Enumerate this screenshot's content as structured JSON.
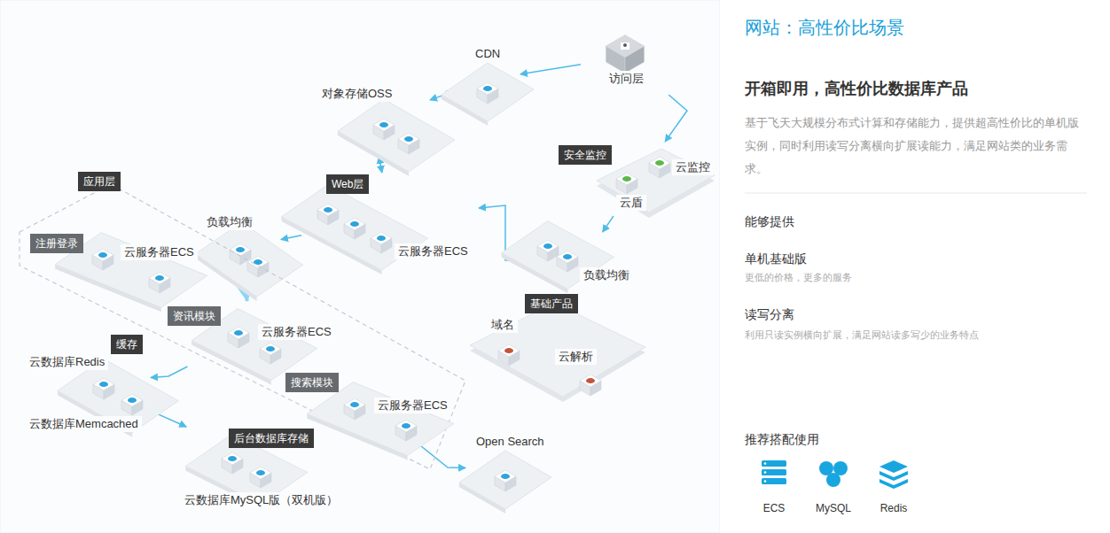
{
  "diagram": {
    "title": "网站：高性价比场景",
    "nodes": [
      {
        "text": [
          "访问层"
        ]
      },
      {
        "text": [
          "CDN"
        ]
      },
      {
        "text": [
          "对象存储OSS"
        ]
      },
      {
        "text": [
          "安全监控"
        ]
      },
      {
        "text": [
          "云盾"
        ],
        "in": 3
      },
      {
        "text": [
          "云监控"
        ],
        "in": 3
      },
      {
        "text": [
          "Web层",
          "云服务器ECS"
        ]
      },
      {
        "text": [
          "负载均衡"
        ]
      },
      {
        "text": [
          "负载均衡"
        ]
      },
      {
        "text": [
          "应用层"
        ]
      },
      {
        "text": [
          "注册登录",
          "云服务器ECS"
        ],
        "in": 9
      },
      {
        "text": [
          "资讯模块",
          "云服务器ECS"
        ],
        "in": 9
      },
      {
        "text": [
          "搜索模块",
          "云服务器ECS"
        ],
        "in": 9
      },
      {
        "text": [
          "缓存",
          "云数据库Redis",
          "云数据库Memcached"
        ]
      },
      {
        "text": [
          "后台数据库存储",
          "云数据库MySQL版（双机版）"
        ]
      },
      {
        "text": [
          "Open Search"
        ]
      },
      {
        "text": [
          "基础产品"
        ]
      },
      {
        "text": [
          "域名"
        ],
        "in": 16
      },
      {
        "text": [
          "云解析"
        ],
        "in": 16
      }
    ],
    "edges": [
      {
        "from": 0,
        "to": 1,
        "arrow": "to"
      },
      {
        "from": 1,
        "to": 2,
        "arrow": "both"
      },
      {
        "from": 2,
        "to": 6,
        "arrow": "both"
      },
      {
        "from": 0,
        "to": 3,
        "arrow": "to"
      },
      {
        "from": 3,
        "to": 8,
        "arrow": "to"
      },
      {
        "from": 8,
        "to": 6,
        "arrow": "to"
      },
      {
        "from": 6,
        "to": 7,
        "arrow": "to"
      },
      {
        "from": 7,
        "to": 11,
        "arrow": "to"
      },
      {
        "from": 11,
        "to": 13,
        "arrow": "to"
      },
      {
        "from": 13,
        "to": 14,
        "arrow": "to"
      },
      {
        "from": 12,
        "to": 15,
        "arrow": "to"
      }
    ],
    "labels": [
      "开箱即用，高性价比数据库产品",
      "基于飞天大规模分布式计算和存储能力，提供超高性价比的单机版实例，同时利用读写分离横向扩展读能力，满足网站类的业务需求。",
      "能够提供",
      "单机基础版",
      "更低的价格，更多的服务",
      "读写分离",
      "利用只读实例横向扩展，满足网站读多写少的业务特点",
      "推荐搭配使用",
      "ECS",
      "MySQL",
      "Redis"
    ]
  }
}
